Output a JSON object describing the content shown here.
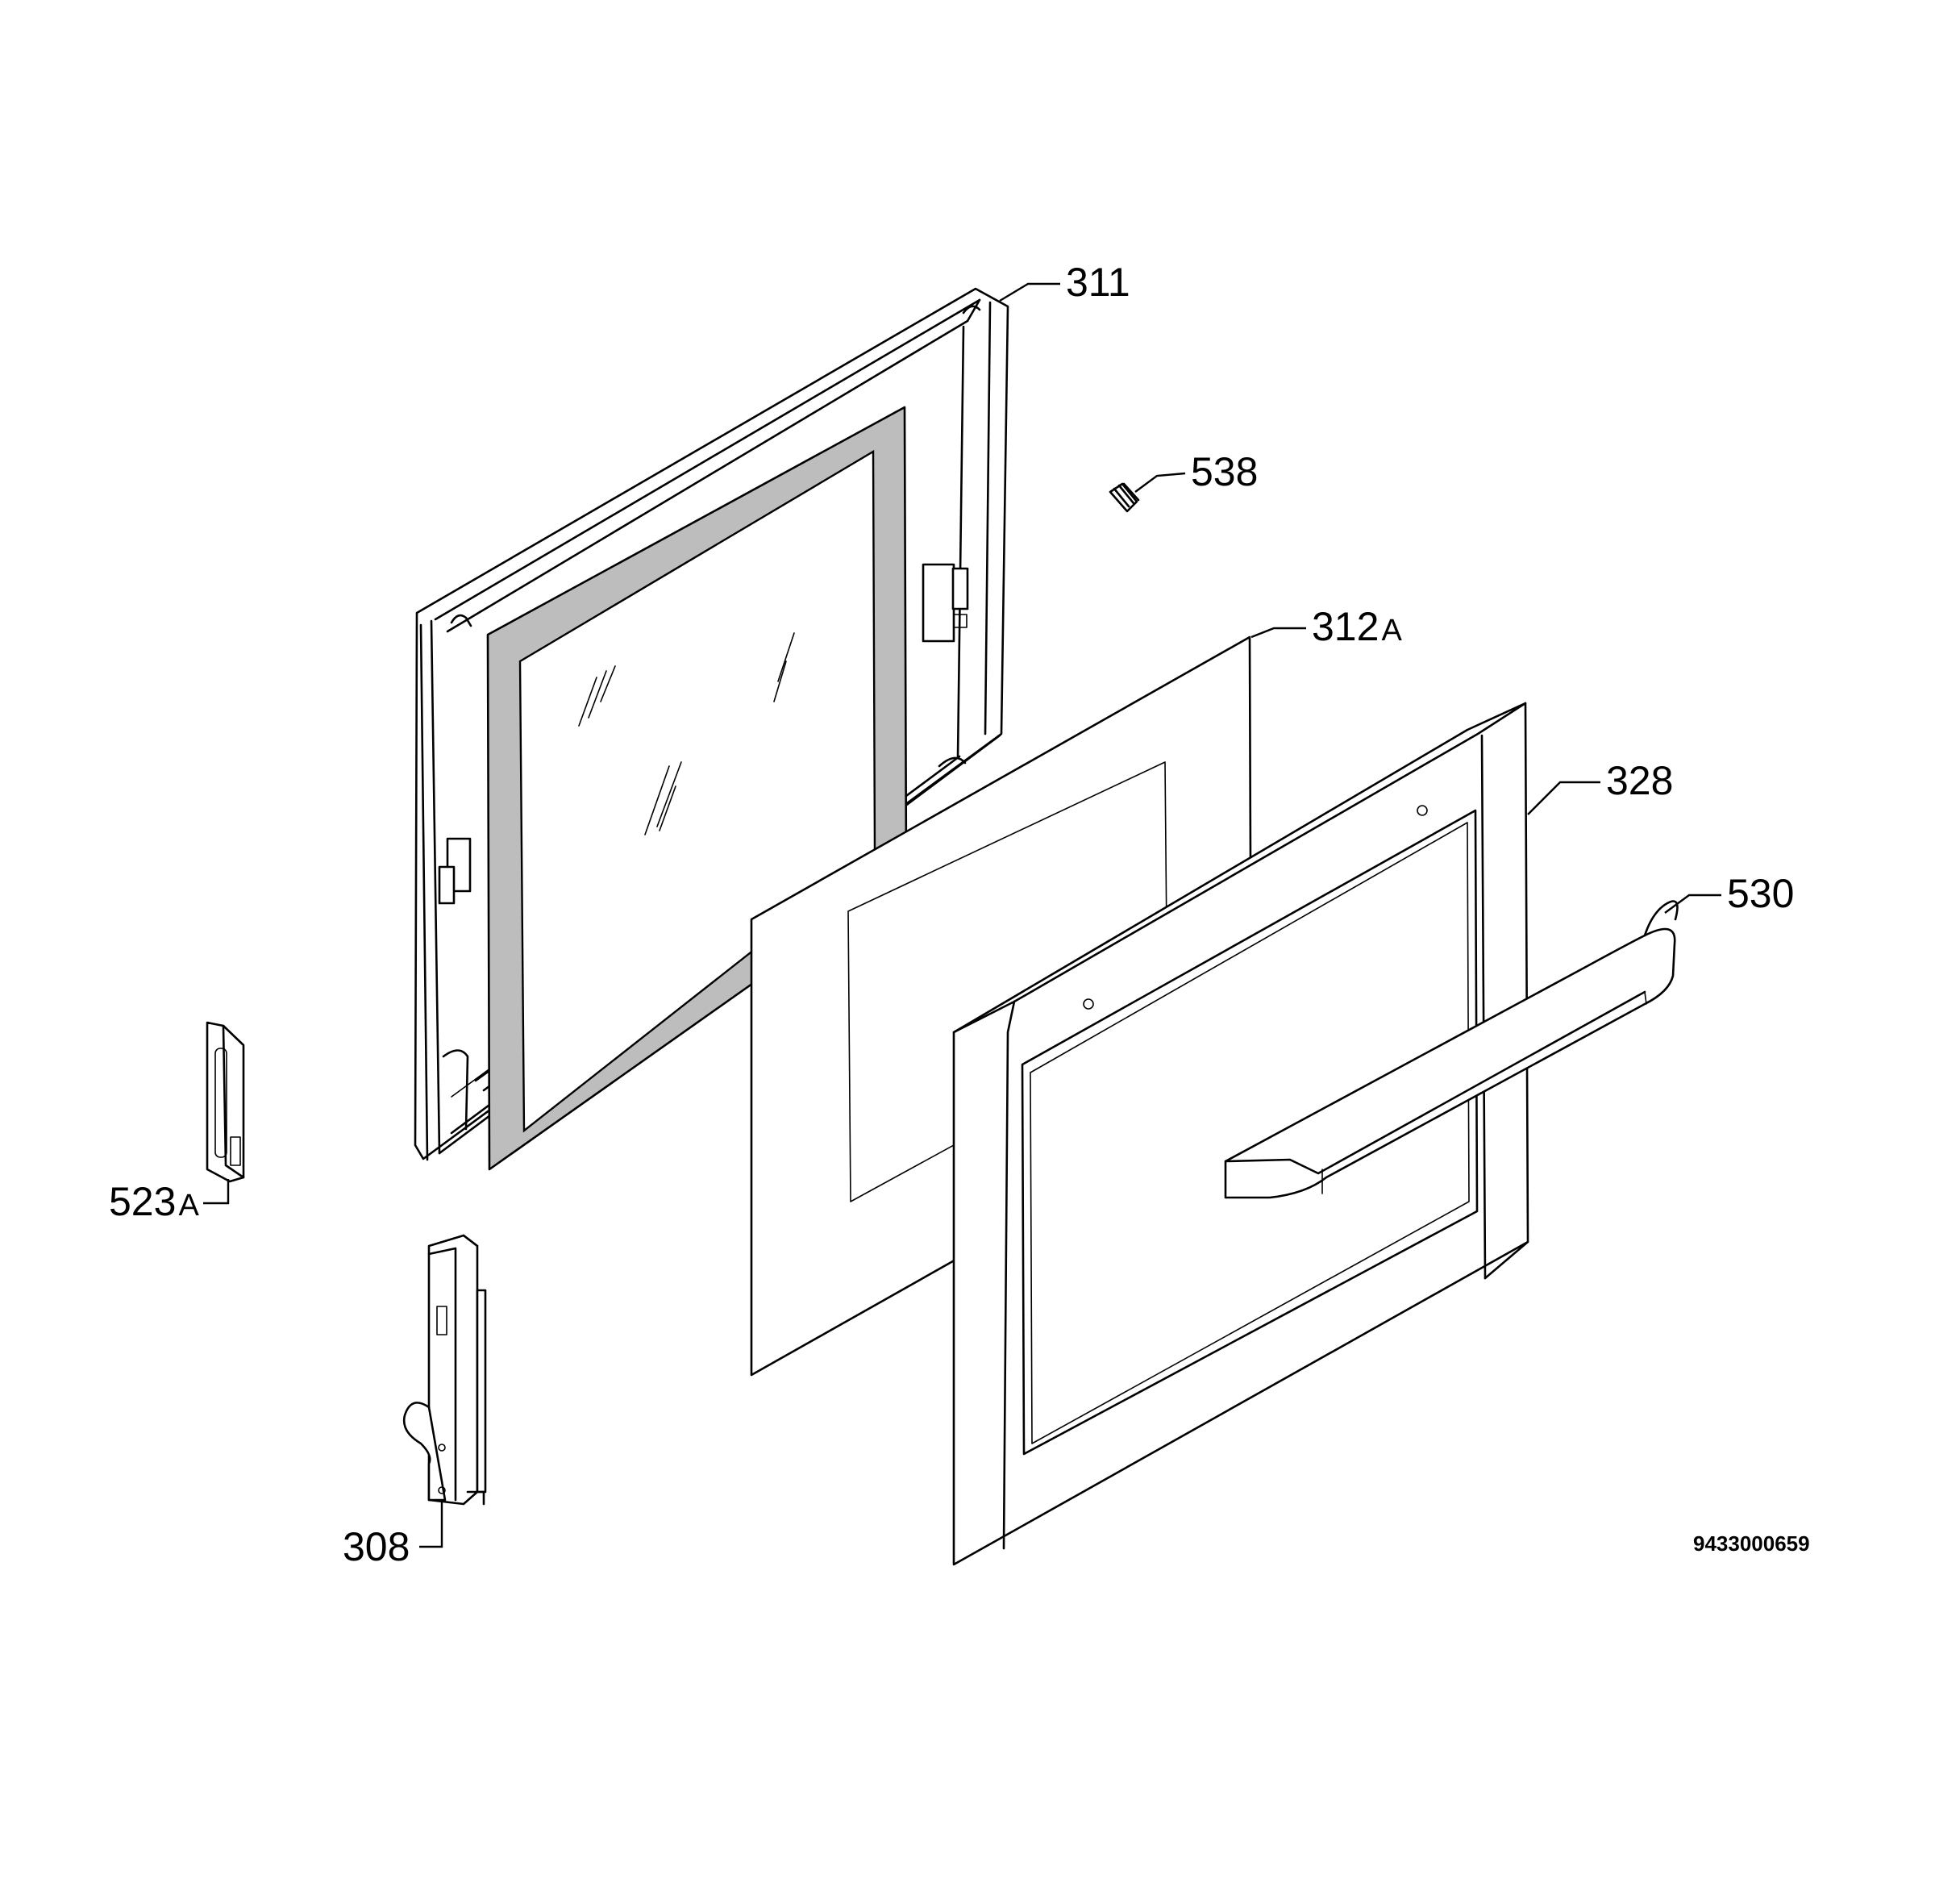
{
  "parts": [
    {
      "id": "part-311",
      "number": "311",
      "suffix": ""
    },
    {
      "id": "part-538",
      "number": "538",
      "suffix": ""
    },
    {
      "id": "part-312a",
      "number": "312",
      "suffix": "A"
    },
    {
      "id": "part-328",
      "number": "328",
      "suffix": ""
    },
    {
      "id": "part-530",
      "number": "530",
      "suffix": ""
    },
    {
      "id": "part-523a",
      "number": "523",
      "suffix": "A"
    },
    {
      "id": "part-308",
      "number": "308",
      "suffix": ""
    }
  ],
  "diagram_code": "9433000659"
}
